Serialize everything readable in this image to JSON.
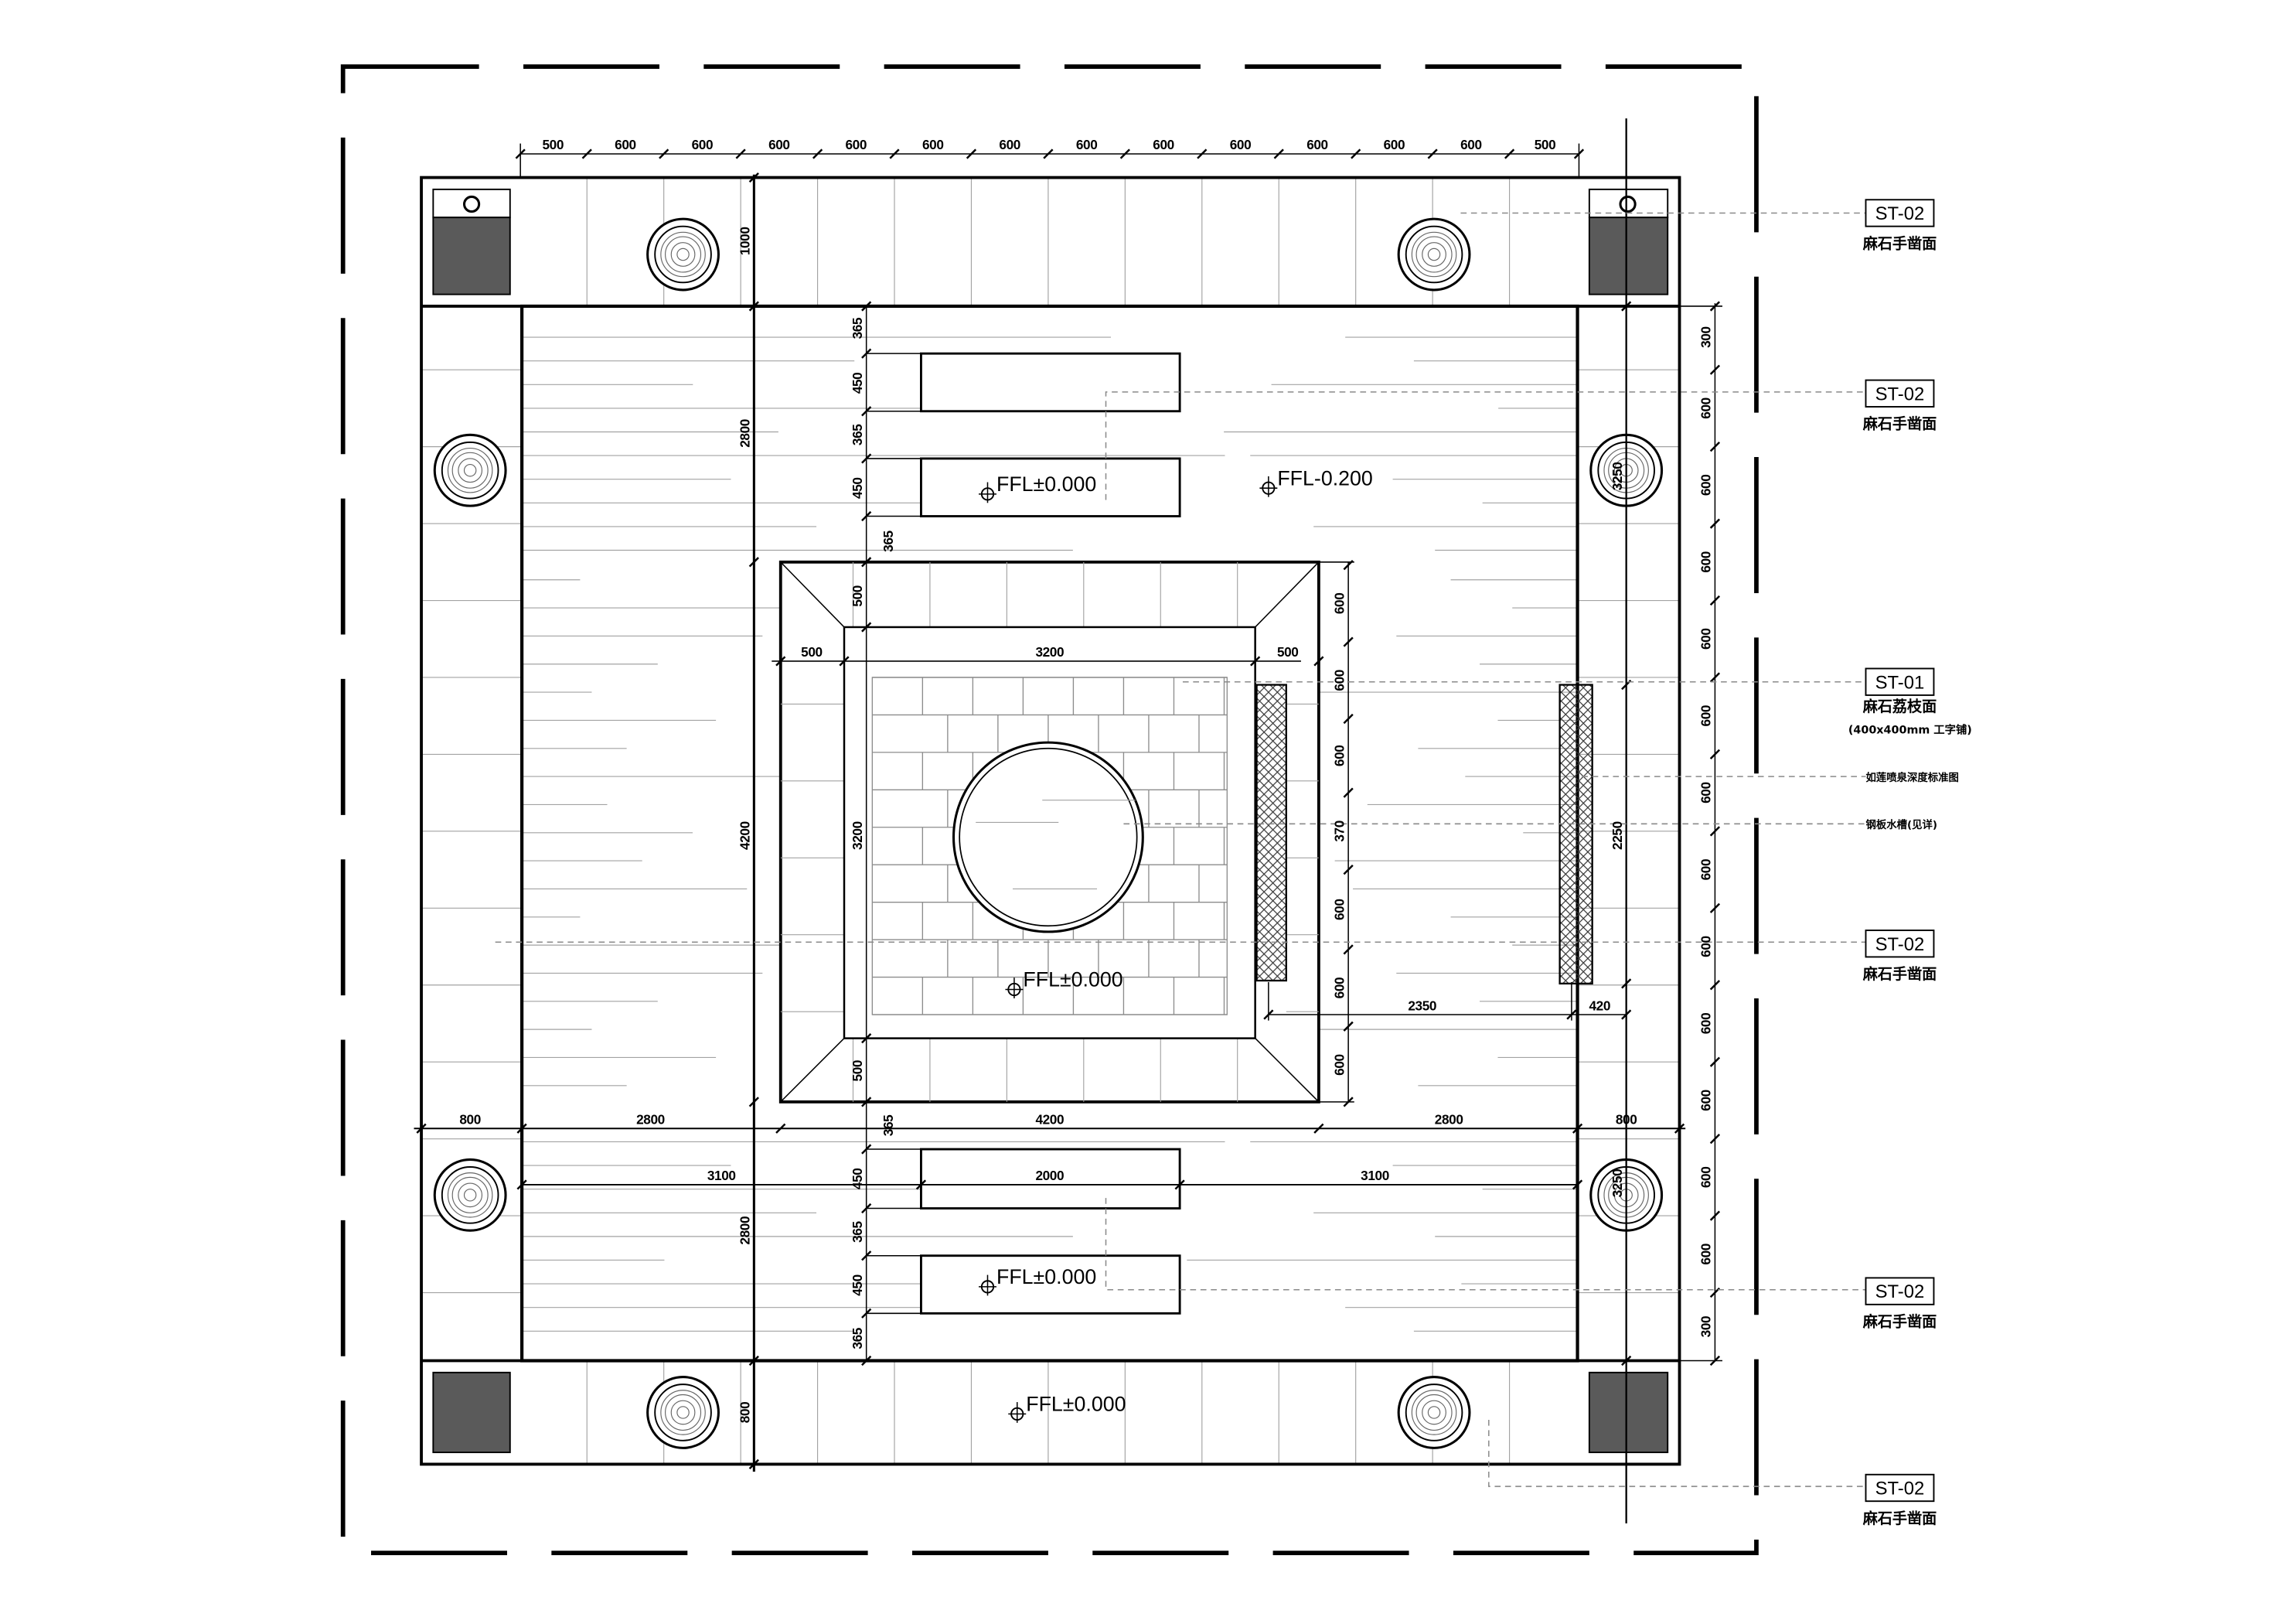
{
  "dims": {
    "top": [
      "500",
      "600",
      "600",
      "600",
      "600",
      "600",
      "600",
      "600",
      "600",
      "600",
      "600",
      "600",
      "600",
      "500"
    ],
    "right": [
      "300",
      "600",
      "600",
      "600",
      "600",
      "600",
      "600",
      "600",
      "600",
      "600",
      "600",
      "600",
      "600",
      "300"
    ],
    "left": [
      "1000",
      "2800",
      "4200",
      "2800",
      "800"
    ],
    "inner_v": [
      "365",
      "450",
      "365",
      "450",
      "365",
      "500",
      "3200",
      "500",
      "365",
      "450",
      "365",
      "450",
      "365"
    ],
    "center_right": [
      "600",
      "600",
      "600",
      "370",
      "600",
      "600",
      "600"
    ],
    "row_442": [
      "500",
      "3200",
      "500"
    ],
    "row_757": [
      "800",
      "2800",
      "4200",
      "2800",
      "800"
    ],
    "row_796": [
      "3100",
      "2000",
      "3100"
    ],
    "row_681": [
      "2350",
      "420"
    ],
    "right_band": [
      "3250",
      "2250",
      "3250"
    ]
  },
  "levels": [
    "FFL±0.000",
    "FFL-0.200",
    "FFL±0.000",
    "FFL±0.000",
    "FFL±0.000"
  ],
  "callouts": [
    {
      "code": "ST-02",
      "desc": "麻石手凿面"
    },
    {
      "code": "ST-02",
      "desc": "麻石手凿面"
    },
    {
      "code": "ST-01",
      "desc": "麻石荔枝面",
      "note": "(400x400mm 工字铺)"
    },
    {
      "code": "ST-02",
      "desc": "麻石手凿面"
    },
    {
      "code": "ST-02",
      "desc": "麻石手凿面"
    },
    {
      "code": "ST-02",
      "desc": "麻石手凿面"
    }
  ],
  "notes": [
    "如莲喷泉深度标准图",
    "钢板水槽(见详)"
  ],
  "colors": {
    "line": "#000000",
    "planter_fill": "#5a5a5a",
    "joint": "#a2a2a2",
    "leader": "#8a8a8a"
  }
}
